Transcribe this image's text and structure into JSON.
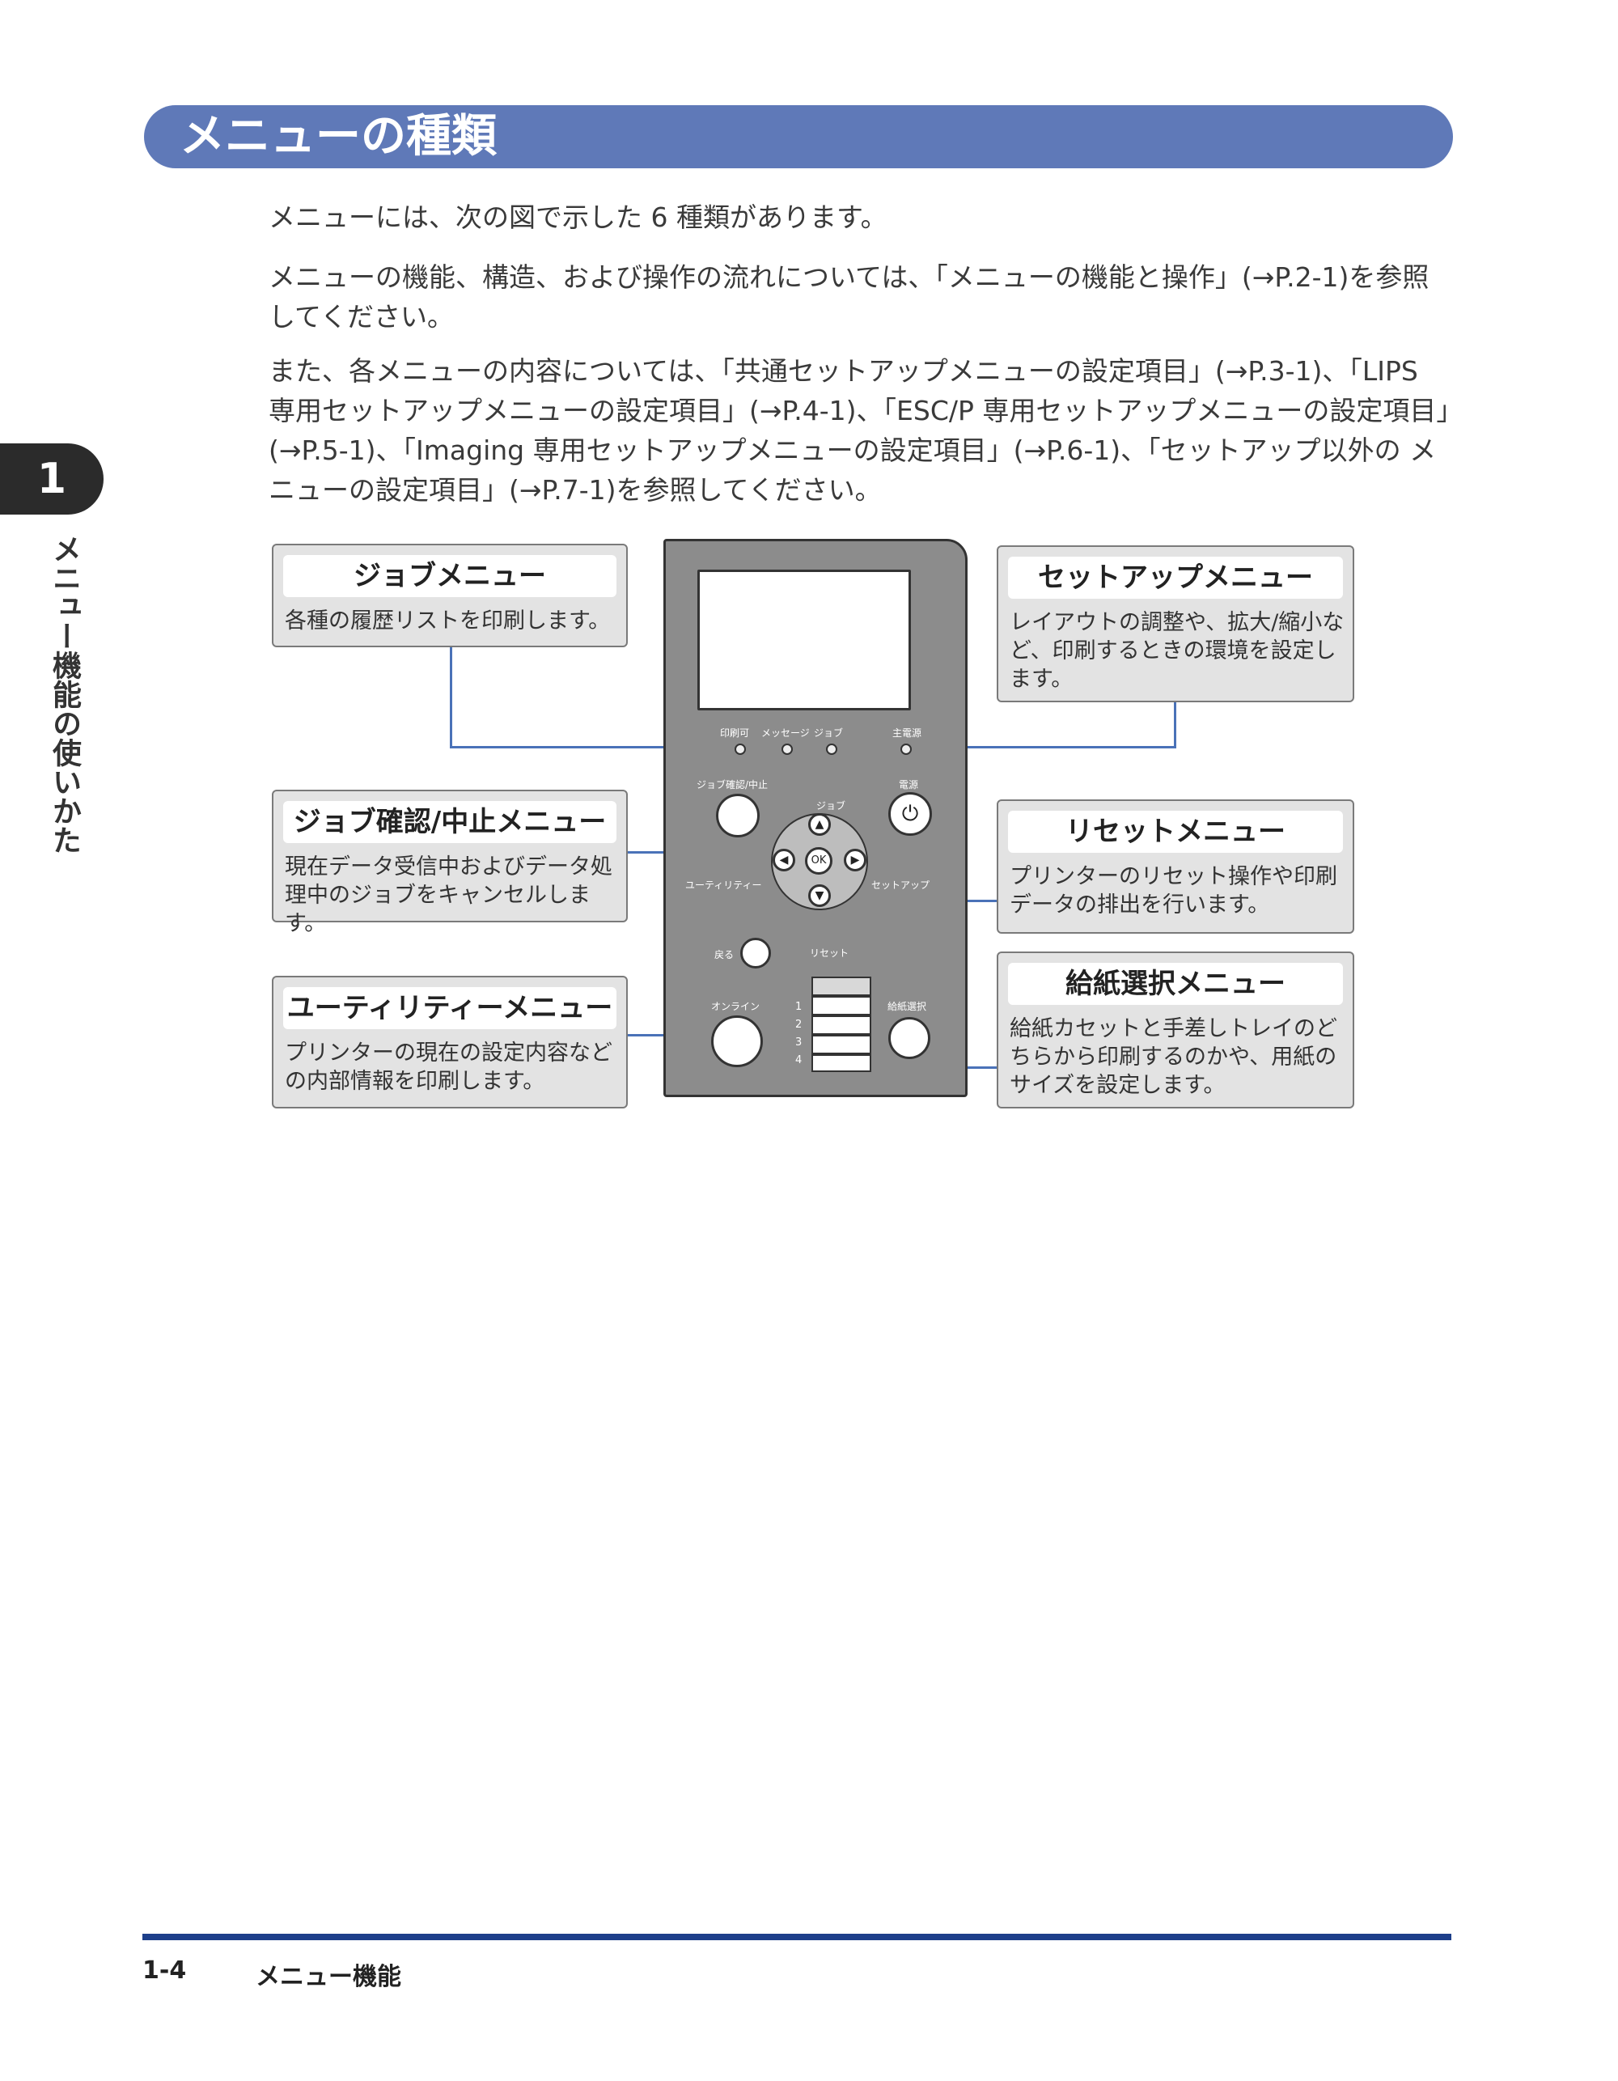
{
  "title": "メニューの種類",
  "paragraphs": [
    "メニューには、次の図で示した 6 種類があります。",
    "メニューの機能、構造、および操作の流れについては、「メニューの機能と操作」(→P.2-1)を参照してください。",
    "また、各メニューの内容については、「共通セットアップメニューの設定項目」(→P.3-1)、「LIPS 専用セットアップメニューの設定項目」(→P.4-1)、「ESC/P 専用セットアップメニューの設定項目」(→P.5-1)、「Imaging 専用セットアップメニューの設定項目」(→P.6-1)、「セットアップ以外の メニューの設定項目」(→P.7-1)を参照してください。"
  ],
  "chapter": {
    "number": "1",
    "side_label": "メニュー機能の使いかた"
  },
  "menus": {
    "job": {
      "title": "ジョブメニュー",
      "desc": "各種の履歴リストを印刷します。"
    },
    "job_cancel": {
      "title": "ジョブ確認/中止メニュー",
      "desc": "現在データ受信中およびデータ処理中のジョブをキャンセルします。"
    },
    "utility": {
      "title": "ユーティリティーメニュー",
      "desc": "プリンターの現在の設定内容などの内部情報を印刷します。"
    },
    "setup": {
      "title": "セットアップメニュー",
      "desc": "レイアウトの調整や、拡大/縮小など、印刷するときの環境を設定します。"
    },
    "reset": {
      "title": "リセットメニュー",
      "desc": "プリンターのリセット操作や印刷データの排出を行います。"
    },
    "paper": {
      "title": "給紙選択メニュー",
      "desc": "給紙カセットと手差しトレイのどちらから印刷するのかや、用紙のサイズを設定します。"
    }
  },
  "panel": {
    "led_print": "印刷可",
    "led_message": "メッセージ",
    "led_job": "ジョブ",
    "led_main_power": "主電源",
    "btn_job_cancel": "ジョブ確認/中止",
    "btn_power": "電源",
    "key_job": "ジョブ",
    "key_utility": "ユーティリティー",
    "key_ok": "OK",
    "key_setup": "セットアップ",
    "key_reset": "リセット",
    "btn_back": "戻る",
    "btn_online": "オンライン",
    "btn_paper": "給紙選択",
    "trays": [
      "1",
      "2",
      "3",
      "4"
    ]
  },
  "footer": {
    "page": "1-4",
    "title": "メニュー機能"
  }
}
